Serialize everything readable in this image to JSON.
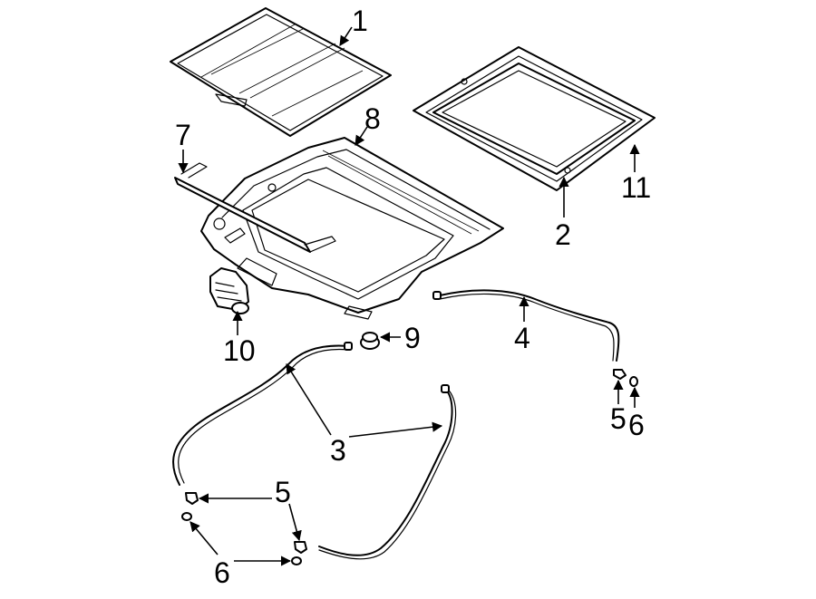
{
  "callouts": {
    "c1": "1",
    "c2": "2",
    "c3": "3",
    "c4": "4",
    "c5a": "5",
    "c5b": "5",
    "c6a": "6",
    "c6b": "6",
    "c7": "7",
    "c8": "8",
    "c9": "9",
    "c10": "10",
    "c11": "11"
  }
}
